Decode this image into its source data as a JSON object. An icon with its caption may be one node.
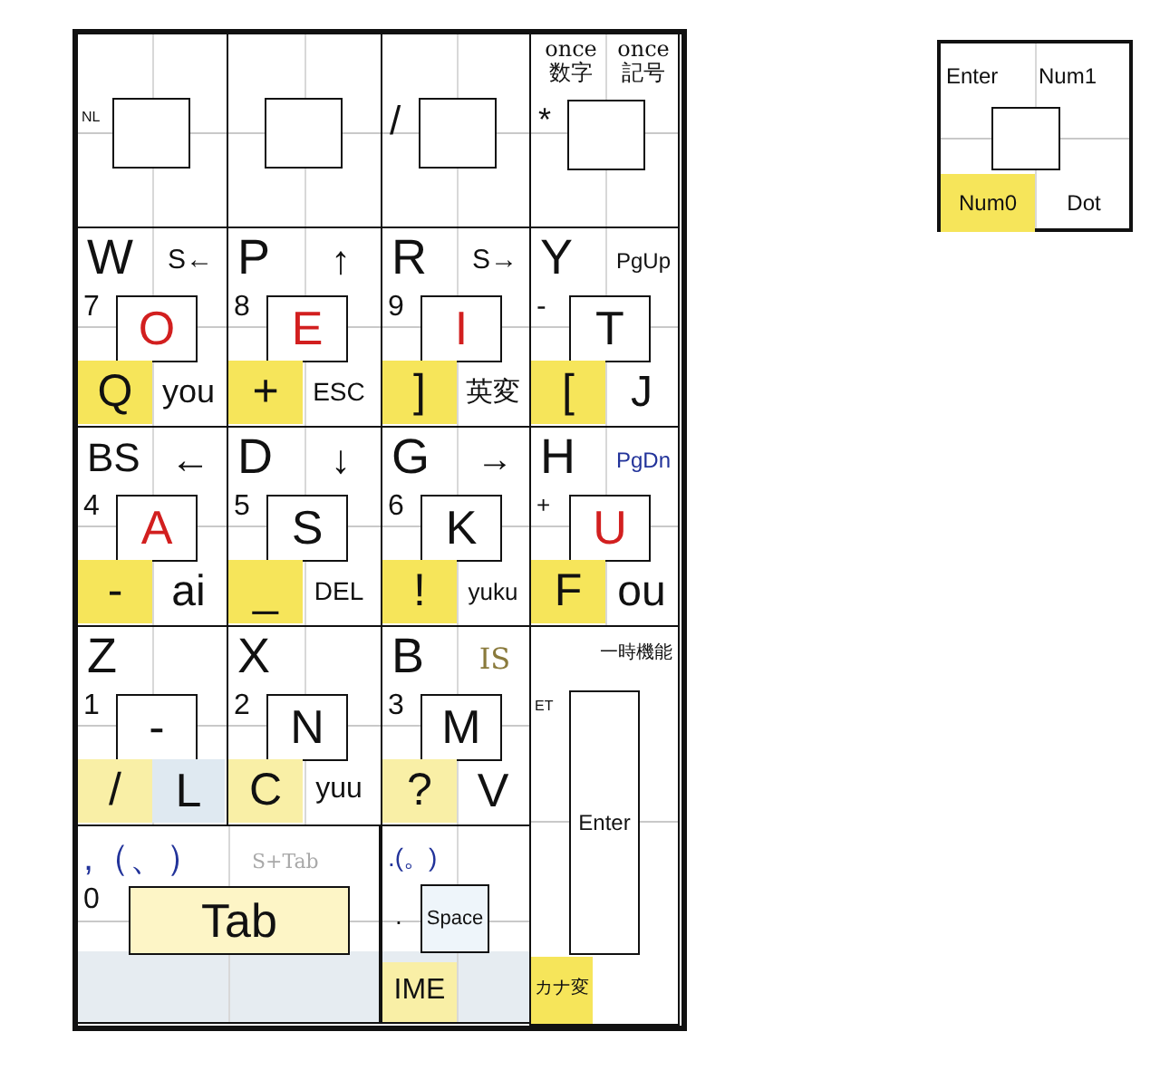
{
  "diagram": {
    "nodes": [
      {
        "text": [
          "NL"
        ]
      },
      {
        "text": [],
        "shape": "box",
        "in": 0
      },
      {
        "text": [],
        "shape": "box"
      },
      {
        "text": [],
        "shape": "box",
        "in": 2
      },
      {
        "text": [
          "/"
        ]
      },
      {
        "text": [],
        "shape": "box",
        "in": 4
      },
      {
        "text": [
          "once 数字",
          "once 記号",
          "*"
        ]
      },
      {
        "text": [],
        "shape": "box",
        "in": 6
      },
      {
        "text": [
          "W",
          "S←",
          "7",
          "Q",
          "you"
        ]
      },
      {
        "text": [
          "O"
        ],
        "in": 8
      },
      {
        "text": [
          "P",
          "↑",
          "8",
          "+",
          "ESC"
        ]
      },
      {
        "text": [
          "E"
        ],
        "in": 10
      },
      {
        "text": [
          "R",
          "S→",
          "9",
          "]",
          "英変"
        ]
      },
      {
        "text": [
          "I"
        ],
        "in": 12
      },
      {
        "text": [
          "Y",
          "PgUp",
          "-",
          "[",
          "J"
        ]
      },
      {
        "text": [
          "T"
        ],
        "in": 14
      },
      {
        "text": [
          "BS",
          "←",
          "4",
          "-",
          "ai"
        ]
      },
      {
        "text": [
          "A"
        ],
        "in": 16
      },
      {
        "text": [
          "D",
          "↓",
          "5",
          "_",
          "DEL"
        ]
      },
      {
        "text": [
          "S"
        ],
        "in": 18
      },
      {
        "text": [
          "G",
          "→",
          "6",
          "!",
          "yuku"
        ]
      },
      {
        "text": [
          "K"
        ],
        "in": 20
      },
      {
        "text": [
          "H",
          "PgDn",
          "+",
          "F",
          "ou"
        ]
      },
      {
        "text": [
          "U"
        ],
        "in": 22
      },
      {
        "text": [
          "Z",
          "1",
          "/",
          "L"
        ]
      },
      {
        "text": [
          "-"
        ],
        "in": 24
      },
      {
        "text": [
          "X",
          "2",
          "C",
          "yuu"
        ]
      },
      {
        "text": [
          "N"
        ],
        "in": 26
      },
      {
        "text": [
          "B",
          "IS",
          "3",
          "?",
          "V"
        ]
      },
      {
        "text": [
          "M"
        ],
        "in": 28
      },
      {
        "text": [
          "一時機能",
          "ET",
          "カナ変"
        ]
      },
      {
        "text": [
          "Enter"
        ],
        "in": 30
      },
      {
        "text": [
          ",（、）",
          "S+Tab",
          "0"
        ]
      },
      {
        "text": [
          "Tab"
        ],
        "in": 32
      },
      {
        "text": [
          ".(。)",
          ".",
          "IME"
        ]
      },
      {
        "text": [
          "Space"
        ],
        "in": 34
      },
      {
        "text": [
          "Enter",
          "Num1",
          "Num0",
          "Dot"
        ]
      },
      {
        "text": [],
        "shape": "box",
        "in": 36
      }
    ]
  }
}
